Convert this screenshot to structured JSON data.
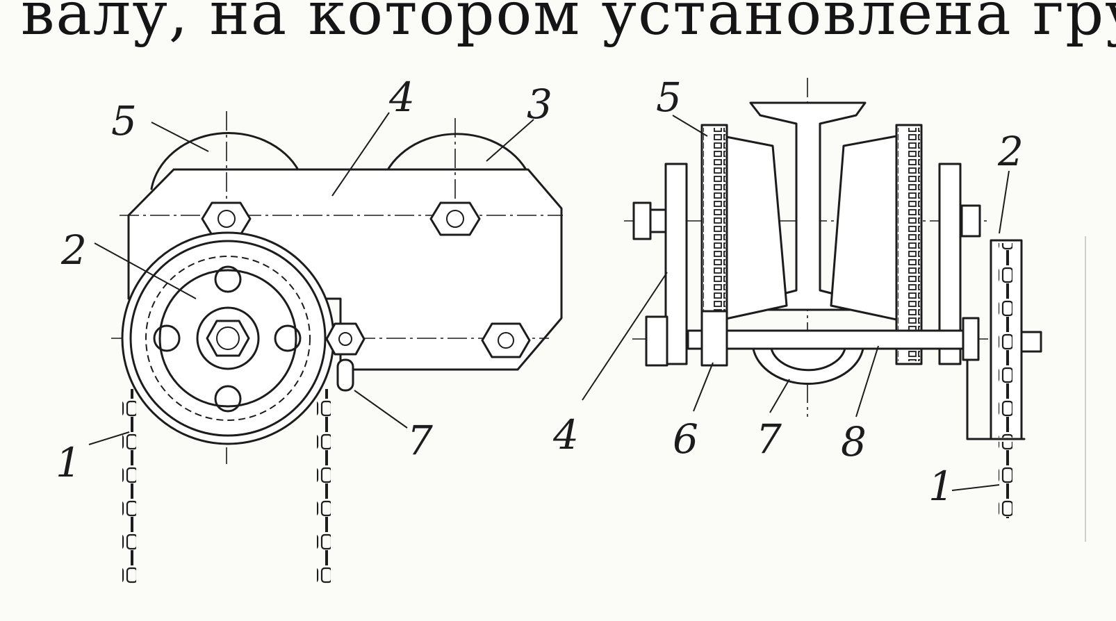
{
  "header_text": "валу, на котором установлена груз",
  "left_view": {
    "labels": [
      {
        "id": "l5",
        "text": "5"
      },
      {
        "id": "l4",
        "text": "4"
      },
      {
        "id": "l3",
        "text": "3"
      },
      {
        "id": "l2",
        "text": "2"
      },
      {
        "id": "l7",
        "text": "7"
      },
      {
        "id": "l1",
        "text": "1"
      }
    ]
  },
  "right_view": {
    "labels": [
      {
        "id": "r5",
        "text": "5"
      },
      {
        "id": "r2",
        "text": "2"
      },
      {
        "id": "r4",
        "text": "4"
      },
      {
        "id": "r6",
        "text": "6"
      },
      {
        "id": "r7",
        "text": "7"
      },
      {
        "id": "r8",
        "text": "8"
      },
      {
        "id": "r1",
        "text": "1"
      }
    ]
  }
}
